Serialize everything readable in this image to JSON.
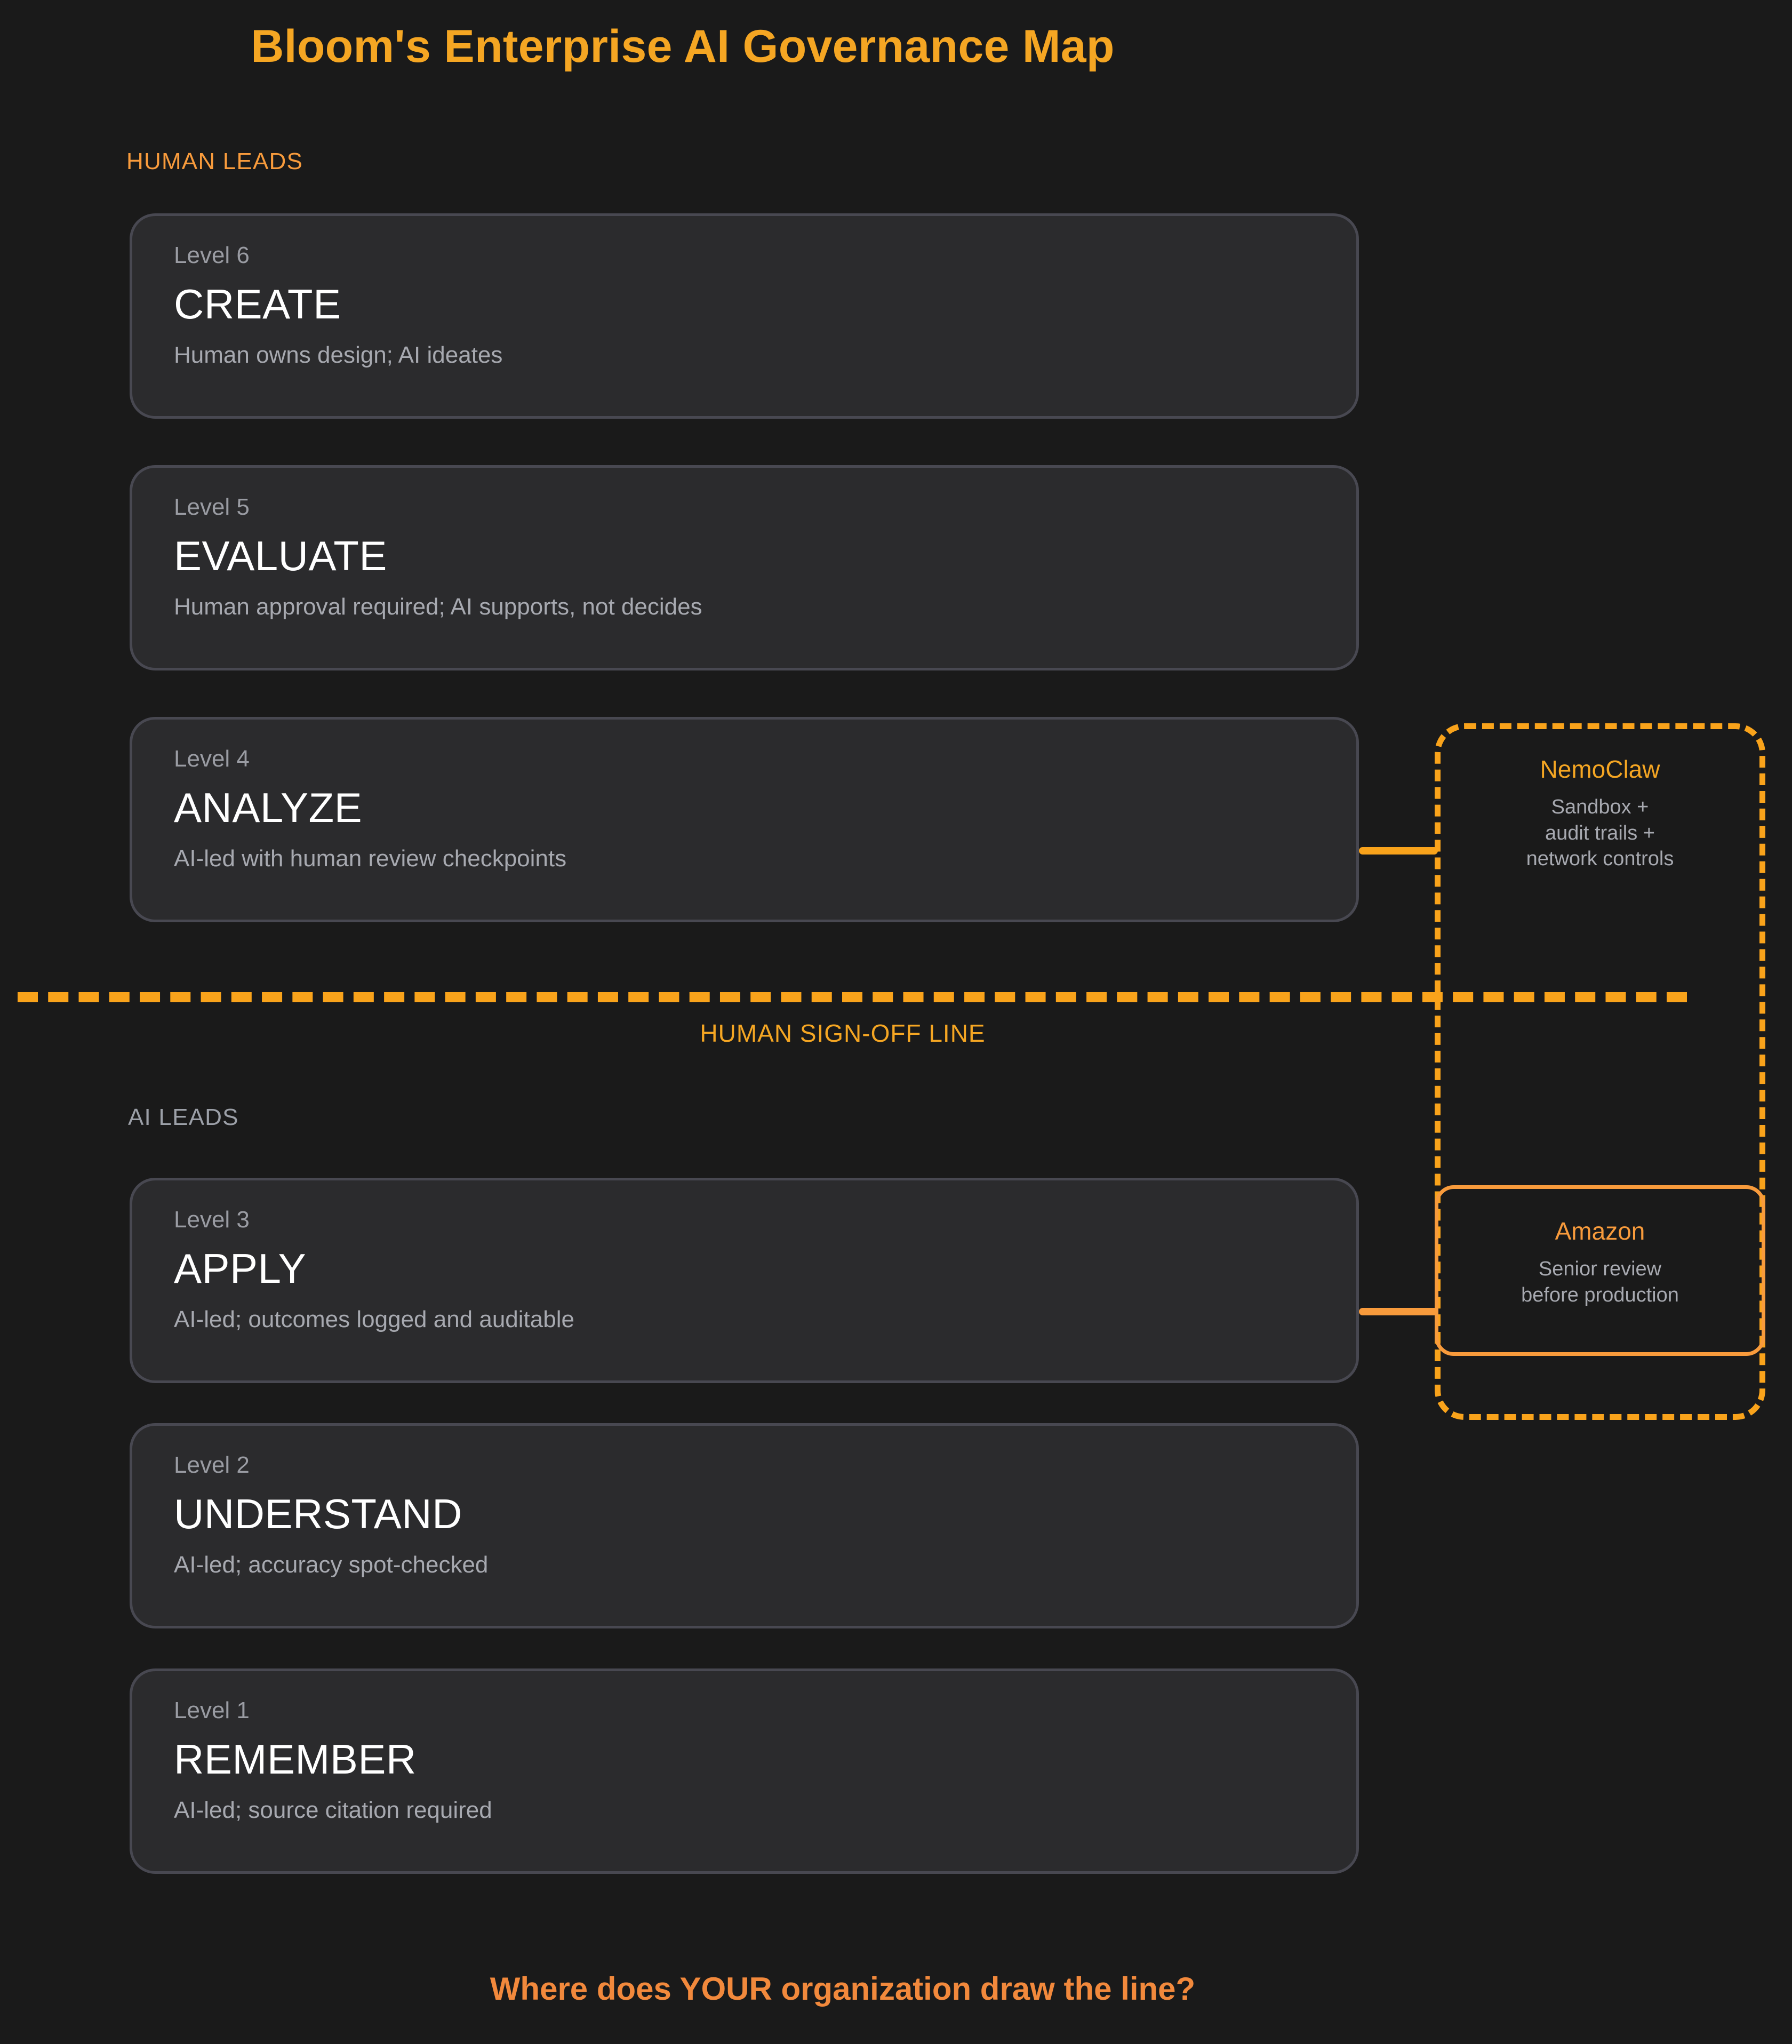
{
  "title": "Bloom's Enterprise AI Governance Map",
  "sections": {
    "human_leads_label": "HUMAN LEADS",
    "ai_leads_label": "AI LEADS"
  },
  "signoff": {
    "label": "HUMAN SIGN-OFF LINE"
  },
  "levels": [
    {
      "level_label": "Level 6",
      "verb": "CREATE",
      "description": "Human owns design; AI ideates"
    },
    {
      "level_label": "Level 5",
      "verb": "EVALUATE",
      "description": "Human approval required; AI supports, not decides"
    },
    {
      "level_label": "Level 4",
      "verb": "ANALYZE",
      "description": "AI-led with human review checkpoints"
    },
    {
      "level_label": "Level 3",
      "verb": "APPLY",
      "description": "AI-led; outcomes logged and auditable"
    },
    {
      "level_label": "Level 2",
      "verb": "UNDERSTAND",
      "description": "AI-led; accuracy spot-checked"
    },
    {
      "level_label": "Level 1",
      "verb": "REMEMBER",
      "description": "AI-led; source citation required"
    }
  ],
  "governance": {
    "nemoclaw": {
      "title": "NemoClaw",
      "subtitle": "Sandbox +\naudit trails +\nnetwork controls",
      "subtitle_lines": [
        "Sandbox +",
        "audit trails +",
        "network controls"
      ]
    },
    "amazon": {
      "title": "Amazon",
      "subtitle": "Senior review\nbefore production",
      "subtitle_lines": [
        "Senior review",
        "before production"
      ]
    }
  },
  "footer": "Where does YOUR organization draw the line?",
  "colors": {
    "background": "#1a1a1a",
    "card_fill": "#2b2b2d",
    "card_border": "#484851",
    "accent_orange": "#f5a623",
    "accent_orange_dash": "#f9a31b",
    "accent_orange_light": "#f89b3c",
    "text_primary": "#ffffff",
    "text_muted": "#a7a9b0",
    "footer_orange": "#f2893c"
  }
}
